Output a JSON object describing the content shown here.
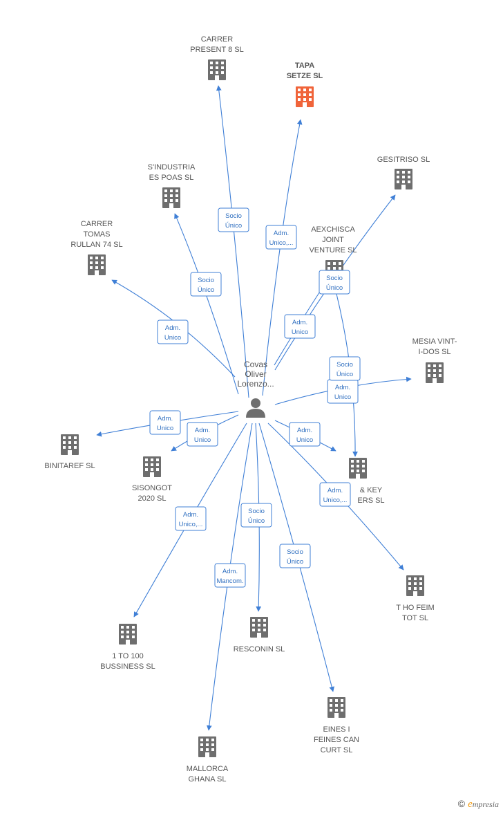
{
  "center": {
    "label": [
      "Covas",
      "Oliver",
      "Lorenzo..."
    ],
    "icon": "person-icon"
  },
  "colors": {
    "edge": "#3f7fd6",
    "building": "#6e6e6e",
    "highlight": "#f0643a"
  },
  "companies": [
    {
      "id": "carrer-present-8",
      "label": [
        "CARRER",
        "PRESENT 8  SL"
      ],
      "highlight": false
    },
    {
      "id": "tapa-setze",
      "label": [
        "TAPA",
        "SETZE  SL"
      ],
      "highlight": true
    },
    {
      "id": "gesitriso",
      "label": [
        "GESITRISO  SL"
      ],
      "highlight": false
    },
    {
      "id": "sindustria-es-poas",
      "label": [
        "S'INDUSTRIA",
        "ES POAS  SL"
      ],
      "highlight": false
    },
    {
      "id": "carrer-tomas-rullan-74",
      "label": [
        "CARRER",
        "TOMAS",
        "RULLAN 74  SL"
      ],
      "highlight": false
    },
    {
      "id": "aexchisca-joint-venture",
      "label": [
        "AEXCHISCA",
        "JOINT",
        "VENTURE  SL"
      ],
      "highlight": false
    },
    {
      "id": "mesia-vint-i-dos",
      "label": [
        "MESIA VINT-",
        "I-DOS  SL"
      ],
      "highlight": false
    },
    {
      "id": "binitaref",
      "label": [
        "BINITAREF  SL"
      ],
      "highlight": false
    },
    {
      "id": "sisongot-2020",
      "label": [
        "SISONGOT",
        "2020  SL"
      ],
      "highlight": false
    },
    {
      "id": "key-ers",
      "label": [
        "& KEY",
        "ERS  SL"
      ],
      "highlight": false
    },
    {
      "id": "t-ho-feim-tot",
      "label": [
        "T HO FEIM",
        "TOT  SL"
      ],
      "highlight": false
    },
    {
      "id": "1-to-100-bussiness",
      "label": [
        "1 TO 100",
        "BUSSINESS  SL"
      ],
      "highlight": false
    },
    {
      "id": "resconin",
      "label": [
        "RESCONIN  SL"
      ],
      "highlight": false
    },
    {
      "id": "eines-i-feines-can-curt",
      "label": [
        "EINES I",
        "FEINES CAN",
        "CURT  SL"
      ],
      "highlight": false
    },
    {
      "id": "mallorca-ghana",
      "label": [
        "MALLORCA",
        "GHANA  SL"
      ],
      "highlight": false
    }
  ],
  "relations": [
    {
      "to": "carrer-present-8",
      "label": [
        "Socio",
        "Único"
      ]
    },
    {
      "to": "tapa-setze",
      "label": [
        "Adm.",
        "Unico,..."
      ]
    },
    {
      "to": "gesitriso",
      "label": [
        "Adm.",
        "Unico"
      ]
    },
    {
      "to": "sindustria-es-poas",
      "label": [
        "Socio",
        "Único"
      ]
    },
    {
      "to": "carrer-tomas-rullan-74",
      "label": [
        "Adm.",
        "Unico"
      ]
    },
    {
      "to": "aexchisca-joint-venture",
      "label": [
        "Socio",
        "Único"
      ]
    },
    {
      "to": "mesia-vint-i-dos",
      "label": [
        "Adm.",
        "Unico"
      ]
    },
    {
      "to": "binitaref",
      "label": [
        "Adm.",
        "Unico"
      ]
    },
    {
      "to": "sisongot-2020",
      "label": [
        "Adm.",
        "Unico"
      ]
    },
    {
      "to": "key-ers",
      "label": [
        "Adm.",
        "Unico"
      ]
    },
    {
      "to": "key-ers",
      "label": [
        "Socio",
        "Único"
      ]
    },
    {
      "to": "t-ho-feim-tot",
      "label": [
        "Adm.",
        "Unico,..."
      ]
    },
    {
      "to": "1-to-100-bussiness",
      "label": [
        "Adm.",
        "Unico,..."
      ]
    },
    {
      "to": "resconin",
      "label": [
        "Socio",
        "Único"
      ]
    },
    {
      "to": "eines-i-feines-can-curt",
      "label": [
        "Socio",
        "Único"
      ]
    },
    {
      "to": "mallorca-ghana",
      "label": [
        "Adm.",
        "Mancom."
      ]
    }
  ],
  "brand": {
    "copyright": "©",
    "e": "e",
    "rest": "mpresia"
  }
}
